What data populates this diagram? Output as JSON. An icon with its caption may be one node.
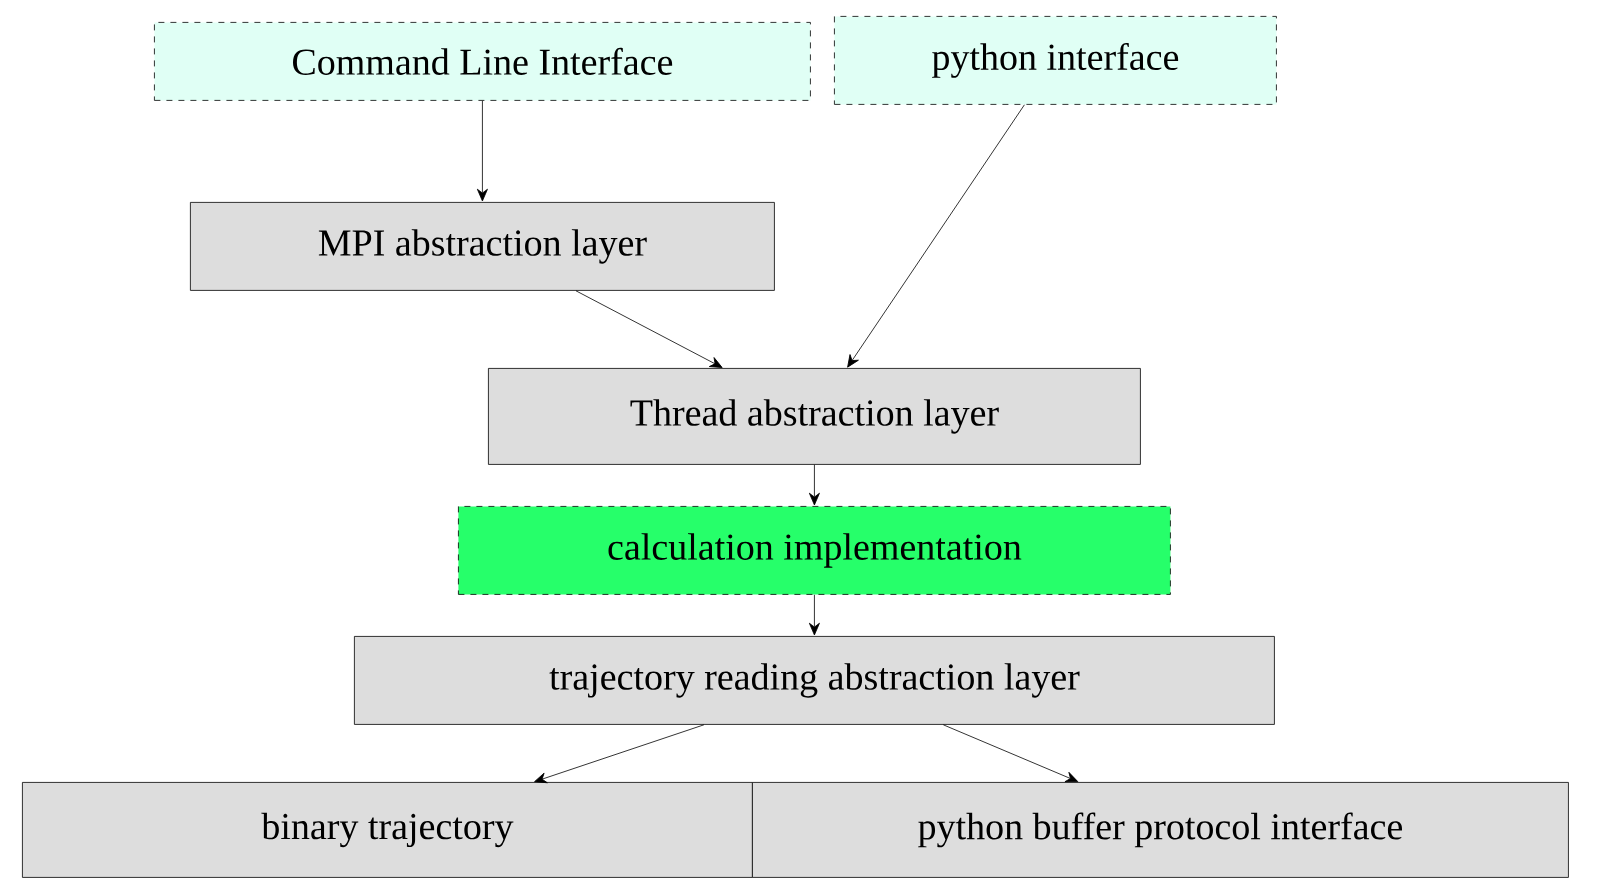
{
  "diagram": {
    "nodes": [
      {
        "text": [
          "Command Line Interface"
        ]
      },
      {
        "text": [
          "python interface"
        ]
      },
      {
        "text": [
          "MPI abstraction layer"
        ]
      },
      {
        "text": [
          "Thread abstraction layer"
        ]
      },
      {
        "text": [
          "calculation implementation"
        ]
      },
      {
        "text": [
          "trajectory reading abstraction layer"
        ]
      },
      {
        "text": [
          "binary trajectory"
        ]
      },
      {
        "text": [
          "python buffer protocol interface"
        ]
      }
    ],
    "edges": [
      {
        "from": 0,
        "to": 2,
        "arrow": "to"
      },
      {
        "from": 1,
        "to": 3,
        "arrow": "to"
      },
      {
        "from": 2,
        "to": 3,
        "arrow": "to"
      },
      {
        "from": 3,
        "to": 4,
        "arrow": "to"
      },
      {
        "from": 4,
        "to": 5,
        "arrow": "to"
      },
      {
        "from": 5,
        "to": 6,
        "arrow": "to"
      },
      {
        "from": 5,
        "to": 7,
        "arrow": "to"
      }
    ]
  }
}
